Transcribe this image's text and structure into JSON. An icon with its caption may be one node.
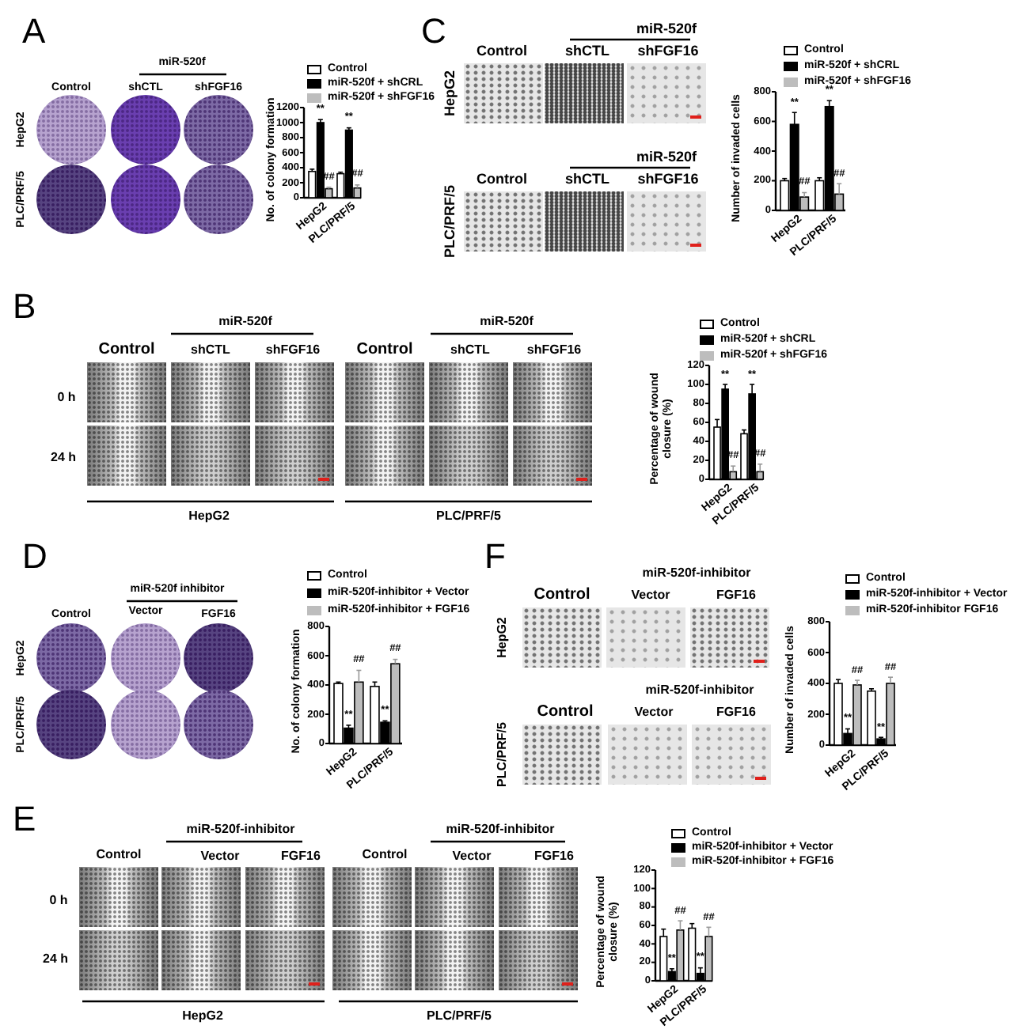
{
  "diagram": {
    "labels": [
      "A",
      "miR-520f",
      "Control",
      "shCTL",
      "shFGF16",
      "HepG2",
      "PLC/PRF/5",
      "No. of colony formation",
      "1200",
      "1000",
      "800",
      "600",
      "400",
      "200",
      "0",
      "**",
      "##",
      "**",
      "##",
      "HepG2",
      "PLC/PRF/5",
      "C",
      "miR-520f",
      "Control",
      "shCTL",
      "shFGF16",
      "HepG2",
      "miR-520f",
      "Control",
      "shCTL",
      "shFGF16",
      "PLC/PRF/5",
      "Number of invaded cells",
      "800",
      "600",
      "400",
      "200",
      "0",
      "**",
      "##",
      "**",
      "##",
      "HepG2",
      "PLC/PRF/5",
      "B",
      "miR-520f",
      "miR-520f",
      "Control",
      "shCTL",
      "shFGF16",
      "Control",
      "shCTL",
      "shFGF16",
      "0 h",
      "24 h",
      "HepG2",
      "PLC/PRF/5",
      "Percentage of wound closure (%)",
      "120",
      "100",
      "80",
      "60",
      "40",
      "20",
      "0",
      "**",
      "##",
      "**",
      "##",
      "HepG2",
      "PLC/PRF/5",
      "D",
      "miR-520f inhibitor",
      "Control",
      "Vector",
      "FGF16",
      "HepG2",
      "PLC/PRF/5",
      "No. of colony formation",
      "800",
      "600",
      "400",
      "200",
      "0",
      "**",
      "##",
      "**",
      "##",
      "HepG2",
      "PLC/PRF/5",
      "F",
      "miR-520f-inhibitor",
      "Control",
      "Vector",
      "FGF16",
      "HepG2",
      "miR-520f-inhibitor",
      "Control",
      "Vector",
      "FGF16",
      "PLC/PRF/5",
      "Number of invaded cells",
      "800",
      "600",
      "400",
      "200",
      "0",
      "**",
      "##",
      "**",
      "##",
      "HepG2",
      "PLC/PRF/5",
      "E",
      "miR-520f-inhibitor",
      "miR-520f-inhibitor",
      "Control",
      "Vector",
      "FGF16",
      "Control",
      "Vector",
      "FGF16",
      "0 h",
      "24 h",
      "HepG2",
      "PLC/PRF/5",
      "Percentage of wound closure (%)",
      "120",
      "100",
      "80",
      "60",
      "40",
      "20",
      "0",
      "**",
      "##",
      "**",
      "##",
      "HepG2",
      "PLC/PRF/5"
    ],
    "legend": [
      {
        "text": "Control",
        "color": "#ffffff"
      },
      {
        "text": "miR-520f + shCRL",
        "color": "#000000"
      },
      {
        "text": "miR-520f + shFGF16",
        "color": "#bdbdbd"
      },
      {
        "text": "Control",
        "color": "#ffffff"
      },
      {
        "text": "miR-520f + shCRL",
        "color": "#000000"
      },
      {
        "text": "miR-520f + shFGF16",
        "color": "#bdbdbd"
      },
      {
        "text": "Control",
        "color": "#ffffff"
      },
      {
        "text": "miR-520f + shCRL",
        "color": "#000000"
      },
      {
        "text": "miR-520f + shFGF16",
        "color": "#bdbdbd"
      },
      {
        "text": "Control",
        "color": "#ffffff"
      },
      {
        "text": "miR-520f-inhibitor + Vector",
        "color": "#000000"
      },
      {
        "text": "miR-520f-inhibitor + FGF16",
        "color": "#bdbdbd"
      },
      {
        "text": "Control",
        "color": "#ffffff"
      },
      {
        "text": "miR-520f-inhibitor + Vector",
        "color": "#000000"
      },
      {
        "text": "miR-520f-inhibitor FGF16",
        "color": "#bdbdbd"
      },
      {
        "text": "Control",
        "color": "#ffffff"
      },
      {
        "text": "miR-520f-inhibitor + Vector",
        "color": "#000000"
      },
      {
        "text": "miR-520f-inhibitor + FGF16",
        "color": "#bdbdbd"
      }
    ]
  }
}
